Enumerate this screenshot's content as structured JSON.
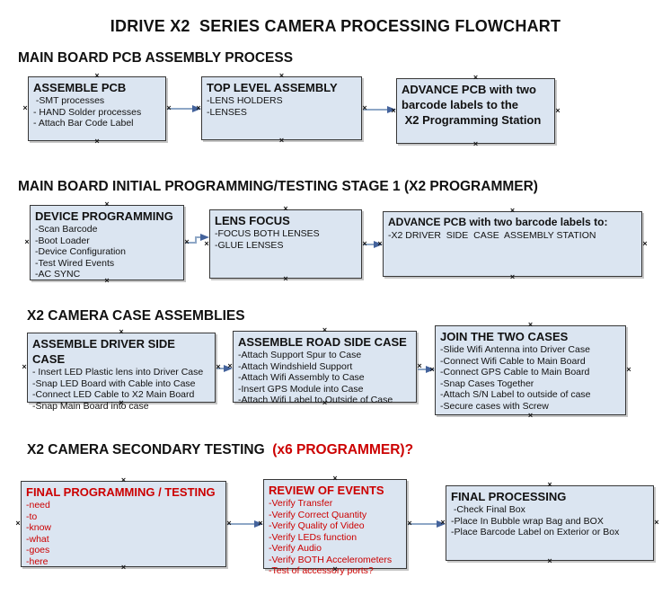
{
  "title": "IDRIVE X2  SERIES CAMERA PROCESSING FLOWCHART",
  "colors": {
    "box_fill": "#dbe5f1",
    "box_border": "#373737",
    "red_text": "#cc0000",
    "connector_line": "#8ea7c6",
    "connector_arrow": "#44639c"
  },
  "icons": {
    "connection_point": "×"
  },
  "sections": [
    {
      "heading": "MAIN BOARD PCB ASSEMBLY PROCESS",
      "heading_suffix": "",
      "boxes": [
        {
          "title": "ASSEMBLE PCB",
          "items": [
            " -SMT processes",
            "- HAND Solder processes",
            "- Attach Bar Code Label"
          ]
        },
        {
          "title": "TOP LEVEL ASSEMBLY",
          "items": [
            "-LENS HOLDERS",
            "-LENSES"
          ]
        },
        {
          "title": "ADVANCE PCB with two barcode labels to the",
          "items": [
            " X2 Programming Station"
          ]
        }
      ]
    },
    {
      "heading": "MAIN BOARD INITIAL PROGRAMMING/TESTING STAGE 1 (X2 PROGRAMMER)",
      "heading_suffix": "",
      "boxes": [
        {
          "title": "DEVICE PROGRAMMING",
          "items": [
            "-Scan Barcode",
            "-Boot Loader",
            "-Device Configuration",
            "-Test Wired Events",
            "-AC SYNC"
          ]
        },
        {
          "title": "LENS FOCUS",
          "items": [
            "-FOCUS BOTH LENSES",
            "-GLUE LENSES"
          ]
        },
        {
          "title": "ADVANCE PCB with two barcode labels to:",
          "items": [
            "-X2 DRIVER  SIDE  CASE  ASSEMBLY STATION"
          ]
        }
      ]
    },
    {
      "heading": "X2 CAMERA CASE ASSEMBLIES",
      "heading_suffix": "",
      "boxes": [
        {
          "title": "ASSEMBLE DRIVER SIDE CASE",
          "items": [
            "- Insert LED Plastic lens into Driver Case",
            "-Snap LED Board with Cable into Case",
            "-Connect LED Cable to X2 Main Board",
            "-Snap Main Board into case"
          ]
        },
        {
          "title": "ASSEMBLE ROAD SIDE CASE",
          "items": [
            "-Attach Support Spur to Case",
            "-Attach Windshield Support",
            "-Attach Wifi Assembly to Case",
            "-Insert GPS Module into Case",
            "-Attach Wifi Label to Outside of Case"
          ]
        },
        {
          "title": "JOIN THE TWO CASES",
          "items": [
            "-Slide Wifi Antenna into Driver Case",
            "-Connect Wifi Cable to Main Board",
            "-Connect GPS Cable to Main Board",
            "-Snap Cases Together",
            "-Attach S/N Label to outside of case",
            "-Secure cases with Screw"
          ]
        }
      ]
    },
    {
      "heading": "X2 CAMERA SECONDARY TESTING ",
      "heading_suffix": " (x6 PROGRAMMER)?",
      "boxes": [
        {
          "title": "FINAL PROGRAMMING / TESTING",
          "items": [
            "-need",
            "-to",
            "-know",
            "-what",
            "-goes",
            "-here"
          ]
        },
        {
          "title": "REVIEW OF EVENTS",
          "items": [
            "-Verify Transfer",
            "-Verify Correct Quantity",
            "-Verify Quality of Video",
            "-Verify LEDs function",
            "-Verify Audio",
            "-Verify BOTH Accelerometers",
            "-Test of accessory ports?"
          ]
        },
        {
          "title": "FINAL PROCESSING",
          "items": [
            " -Check Final Box",
            "-Place In Bubble wrap Bag and BOX",
            "-Place Barcode Label on Exterior or Box"
          ]
        }
      ]
    }
  ]
}
